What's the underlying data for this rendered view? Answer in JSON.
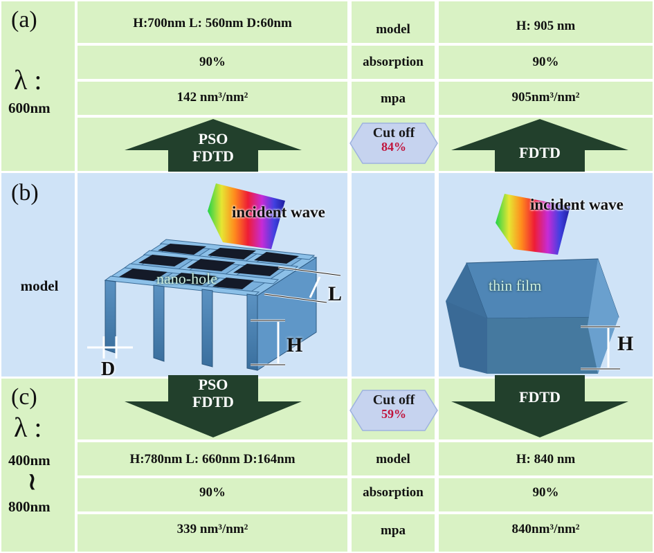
{
  "top": {
    "panel_label": "(a)",
    "lambda_symbol": "λ :",
    "wavelength": "600nm",
    "rows": [
      {
        "left": "H:700nm L: 560nm D:60nm",
        "middle": "model",
        "right": "H: 905 nm"
      },
      {
        "left": "90%",
        "middle": "absorption",
        "right": "90%"
      },
      {
        "left": "142 nm³/nm²",
        "middle": "mpa",
        "right": "905nm³/nm²"
      }
    ],
    "left_arrow": {
      "line1": "PSO",
      "line2": "FDTD"
    },
    "right_arrow": {
      "line1": "FDTD"
    },
    "cutoff": {
      "label": "Cut off",
      "value": "84%"
    }
  },
  "middle": {
    "panel_label": "(b)",
    "row_label": "model",
    "left_model": {
      "incident": "incident wave",
      "structure": "nano-hole",
      "dim_L": "L",
      "dim_H": "H",
      "dim_D": "D"
    },
    "right_model": {
      "incident": "incident wave",
      "structure": "thin film",
      "dim_H": "H"
    }
  },
  "bottom": {
    "panel_label": "(c)",
    "lambda_symbol": "λ :",
    "range_start": "400nm",
    "tilde": "≀",
    "range_end": "800nm",
    "left_arrow": {
      "line1": "PSO",
      "line2": "FDTD"
    },
    "right_arrow": {
      "line1": "FDTD"
    },
    "cutoff": {
      "label": "Cut off",
      "value": "59%"
    },
    "rows": [
      {
        "left": "H:780nm L: 660nm D:164nm",
        "middle": "model",
        "right": "H: 840 nm"
      },
      {
        "left": "90%",
        "middle": "absorption",
        "right": "90%"
      },
      {
        "left": "339 nm³/nm²",
        "middle": "mpa",
        "right": "840nm³/nm²"
      }
    ]
  },
  "colors": {
    "green_bg": "#d9f2c4",
    "blue_bg": "#cfe3f7",
    "arrow": "#22402c",
    "cutoff_bg": "#c6d3ef",
    "structure": "#4f86b6"
  }
}
